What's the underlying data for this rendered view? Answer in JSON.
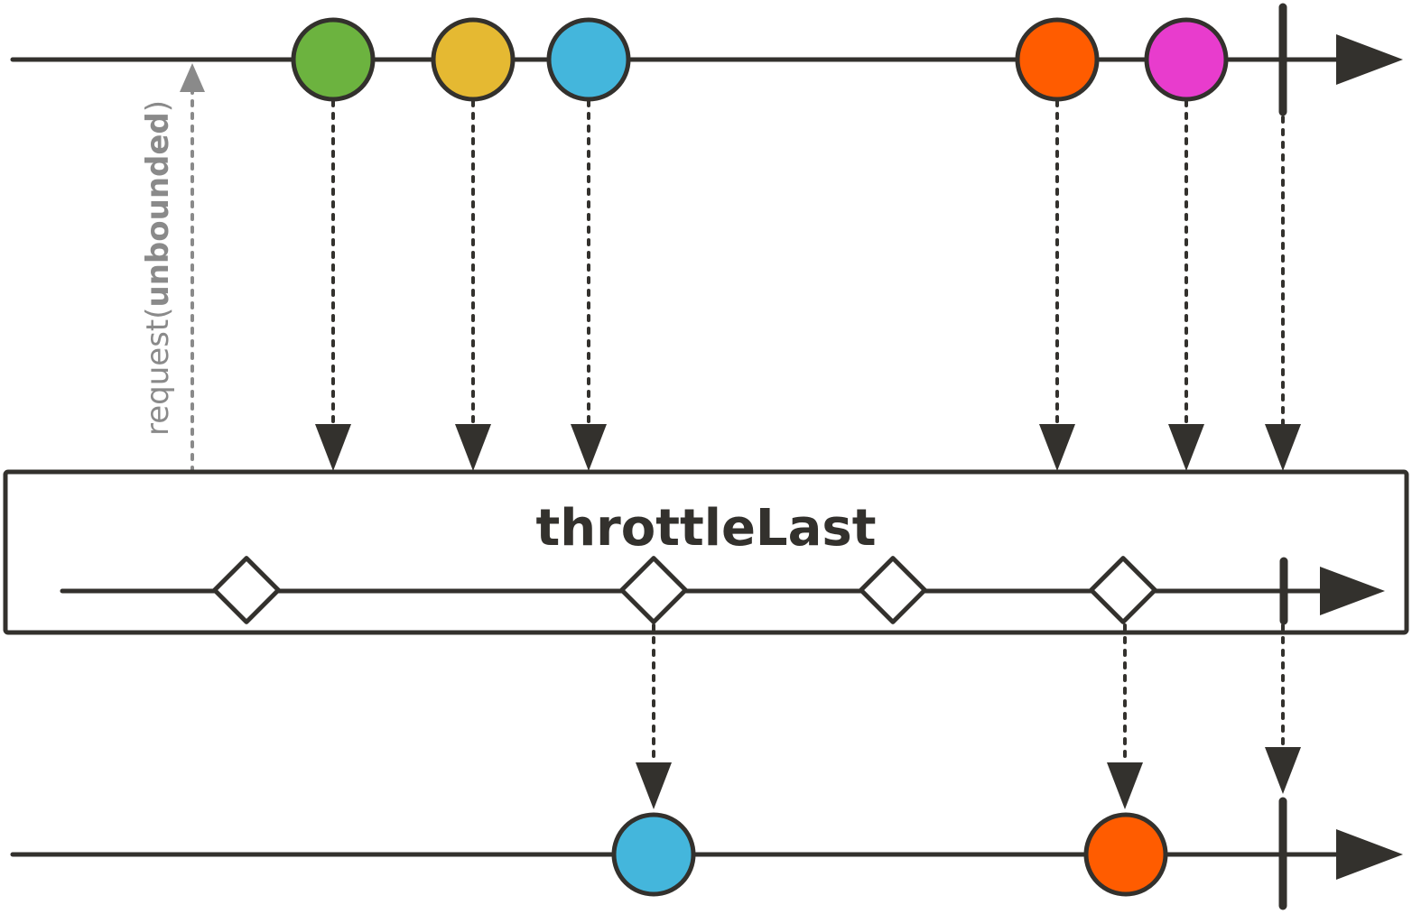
{
  "operator": {
    "label": "throttleLast"
  },
  "request": {
    "prefix": "request(",
    "argument": "unbounded",
    "suffix": ")"
  },
  "colors": {
    "line": "#33312d",
    "request": "#8a8a8a",
    "green": "#6cb33f",
    "yellow": "#e5b932",
    "blue": "#44b6dc",
    "orange": "#ff5c00",
    "magenta": "#e83ccd"
  },
  "source_marbles": [
    "green",
    "yellow",
    "blue",
    "orange",
    "magenta"
  ],
  "sampler_ticks": 4,
  "output_marbles": [
    "blue",
    "orange"
  ]
}
